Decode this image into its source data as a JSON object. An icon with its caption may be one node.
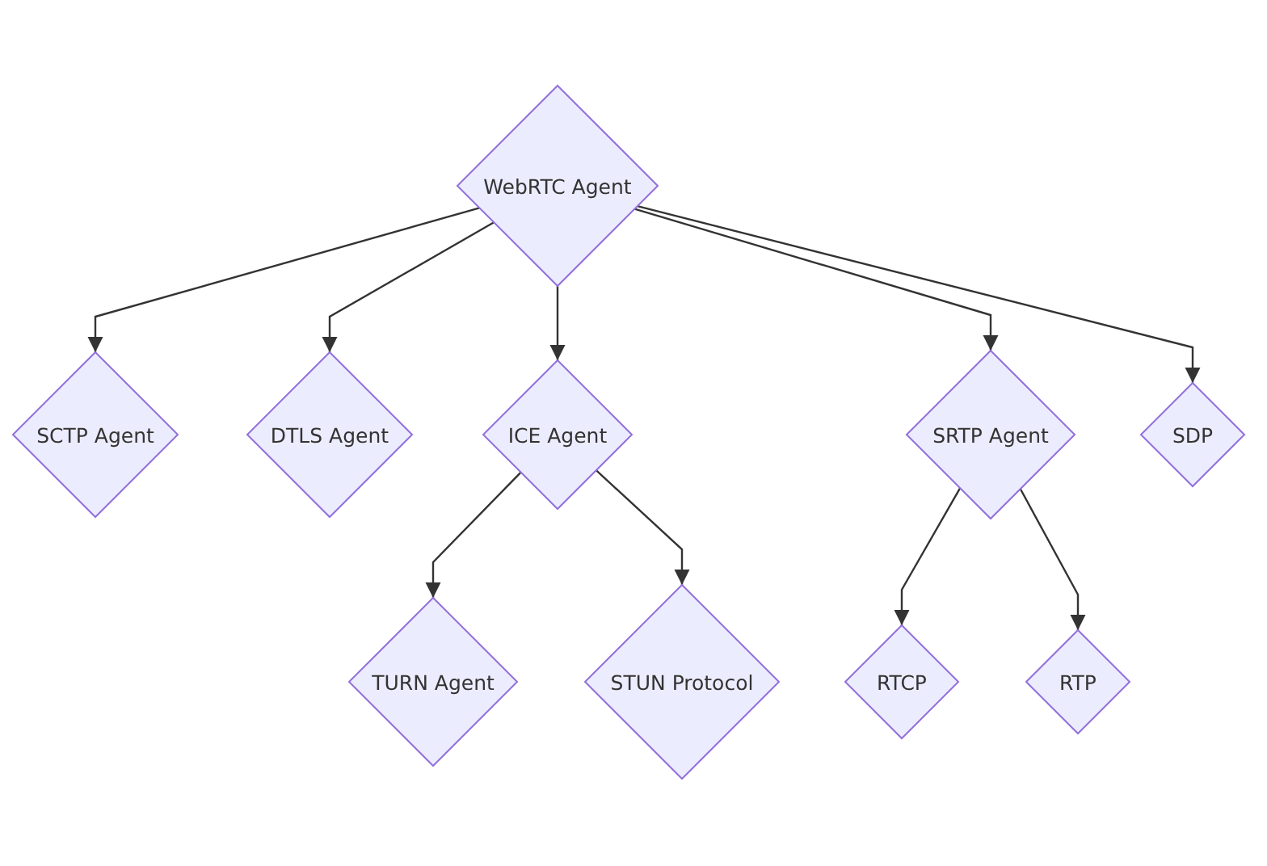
{
  "diagram": {
    "nodes": [
      {
        "text": [
          "WebRTC Agent"
        ]
      },
      {
        "text": [
          "SCTP Agent"
        ]
      },
      {
        "text": [
          "DTLS Agent"
        ]
      },
      {
        "text": [
          "ICE Agent"
        ]
      },
      {
        "text": [
          "SRTP Agent"
        ]
      },
      {
        "text": [
          "SDP"
        ]
      },
      {
        "text": [
          "TURN Agent"
        ]
      },
      {
        "text": [
          "STUN Protocol"
        ]
      },
      {
        "text": [
          "RTCP"
        ]
      },
      {
        "text": [
          "RTP"
        ]
      }
    ],
    "edges": [
      {
        "from": 0,
        "to": 1,
        "arrow": "to"
      },
      {
        "from": 0,
        "to": 2,
        "arrow": "to"
      },
      {
        "from": 0,
        "to": 3,
        "arrow": "to"
      },
      {
        "from": 0,
        "to": 4,
        "arrow": "to"
      },
      {
        "from": 0,
        "to": 5,
        "arrow": "to"
      },
      {
        "from": 3,
        "to": 6,
        "arrow": "to"
      },
      {
        "from": 3,
        "to": 7,
        "arrow": "to"
      },
      {
        "from": 4,
        "to": 8,
        "arrow": "to"
      },
      {
        "from": 4,
        "to": 9,
        "arrow": "to"
      }
    ]
  }
}
